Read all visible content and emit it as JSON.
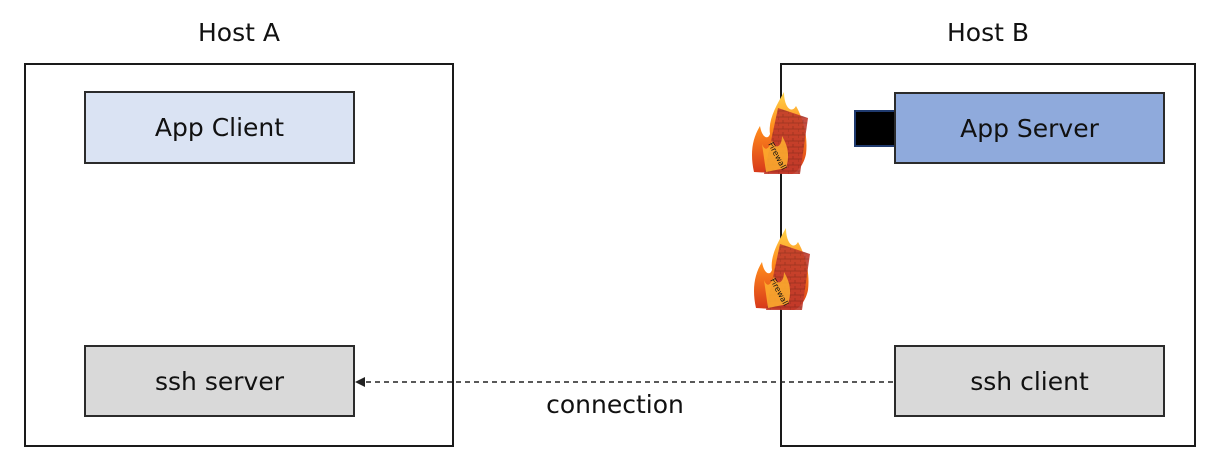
{
  "host_a": {
    "title": "Host A",
    "app_client": "App Client",
    "ssh_server": "ssh server"
  },
  "host_b": {
    "title": "Host B",
    "app_server": "App Server",
    "ssh_client": "ssh client",
    "firewall_label": "Firewall"
  },
  "connection": {
    "label": "connection"
  },
  "colors": {
    "app_client_fill": "#dae3f3",
    "app_server_fill": "#8faadc",
    "ssh_fill": "#d9d9d9",
    "port_fill": "#000000"
  },
  "icons": [
    "firewall-icon",
    "port-icon",
    "arrow-head-icon"
  ]
}
